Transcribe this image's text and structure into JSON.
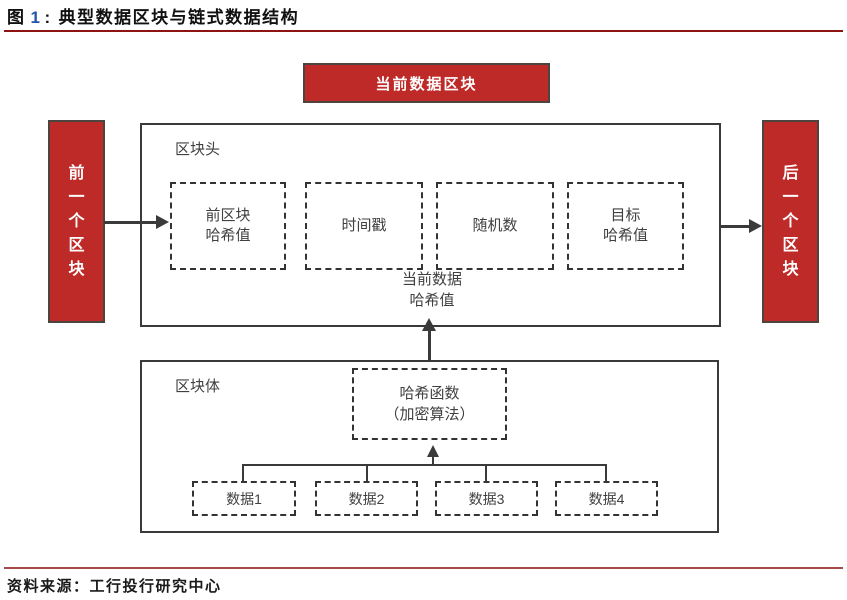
{
  "figure": {
    "label": "图",
    "number": "1",
    "colon": ":",
    "title": "典型数据区块与链式数据结构"
  },
  "diagram": {
    "current_block_label": "当前数据区块",
    "prev_block_chars": [
      "前",
      "一",
      "个",
      "区",
      "块"
    ],
    "next_block_chars": [
      "后",
      "一",
      "个",
      "区",
      "块"
    ],
    "block_header": {
      "label": "区块头",
      "field1_lines": [
        "前区块",
        "哈希值"
      ],
      "field2": "时间戳",
      "field3": "随机数",
      "field4_lines": [
        "目标",
        "哈希值"
      ],
      "current_hash_lines": [
        "当前数据",
        "哈希值"
      ]
    },
    "block_body": {
      "label": "区块体",
      "hash_fn_lines": [
        "哈希函数",
        "（加密算法）"
      ],
      "data_items": [
        "数据1",
        "数据2",
        "数据3",
        "数据4"
      ]
    }
  },
  "source": {
    "label": "资料来源：",
    "text": "工行投行研究中心"
  },
  "colors": {
    "red": "#BE2A28",
    "underline": "#8E1313",
    "bottom_rule": "#A5494A",
    "stroke": "#3A3A3A",
    "number_blue": "#2255AA",
    "text": "#404040"
  }
}
